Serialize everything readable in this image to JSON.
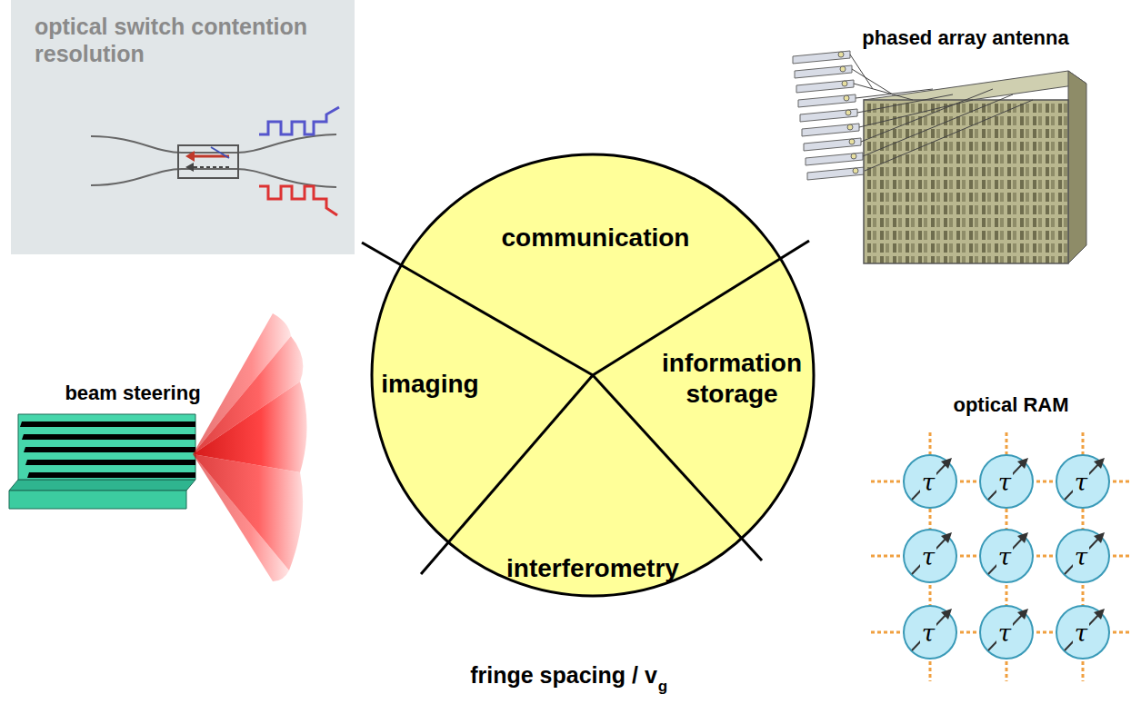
{
  "diagram": {
    "nodes": [
      {
        "text": [
          "optical switch contention resolution"
        ]
      },
      {
        "text": [
          "communication"
        ]
      },
      {
        "text": [
          "imaging"
        ]
      },
      {
        "text": [
          "information storage"
        ]
      },
      {
        "text": [
          "interferometry"
        ]
      }
    ],
    "edges": [],
    "labels": [
      "phased array antenna",
      "beam steering",
      "optical RAM",
      "τ",
      "τ",
      "τ",
      "τ",
      "τ",
      "τ",
      "τ",
      "τ",
      "τ",
      "fringe spacing / v",
      "g"
    ]
  }
}
